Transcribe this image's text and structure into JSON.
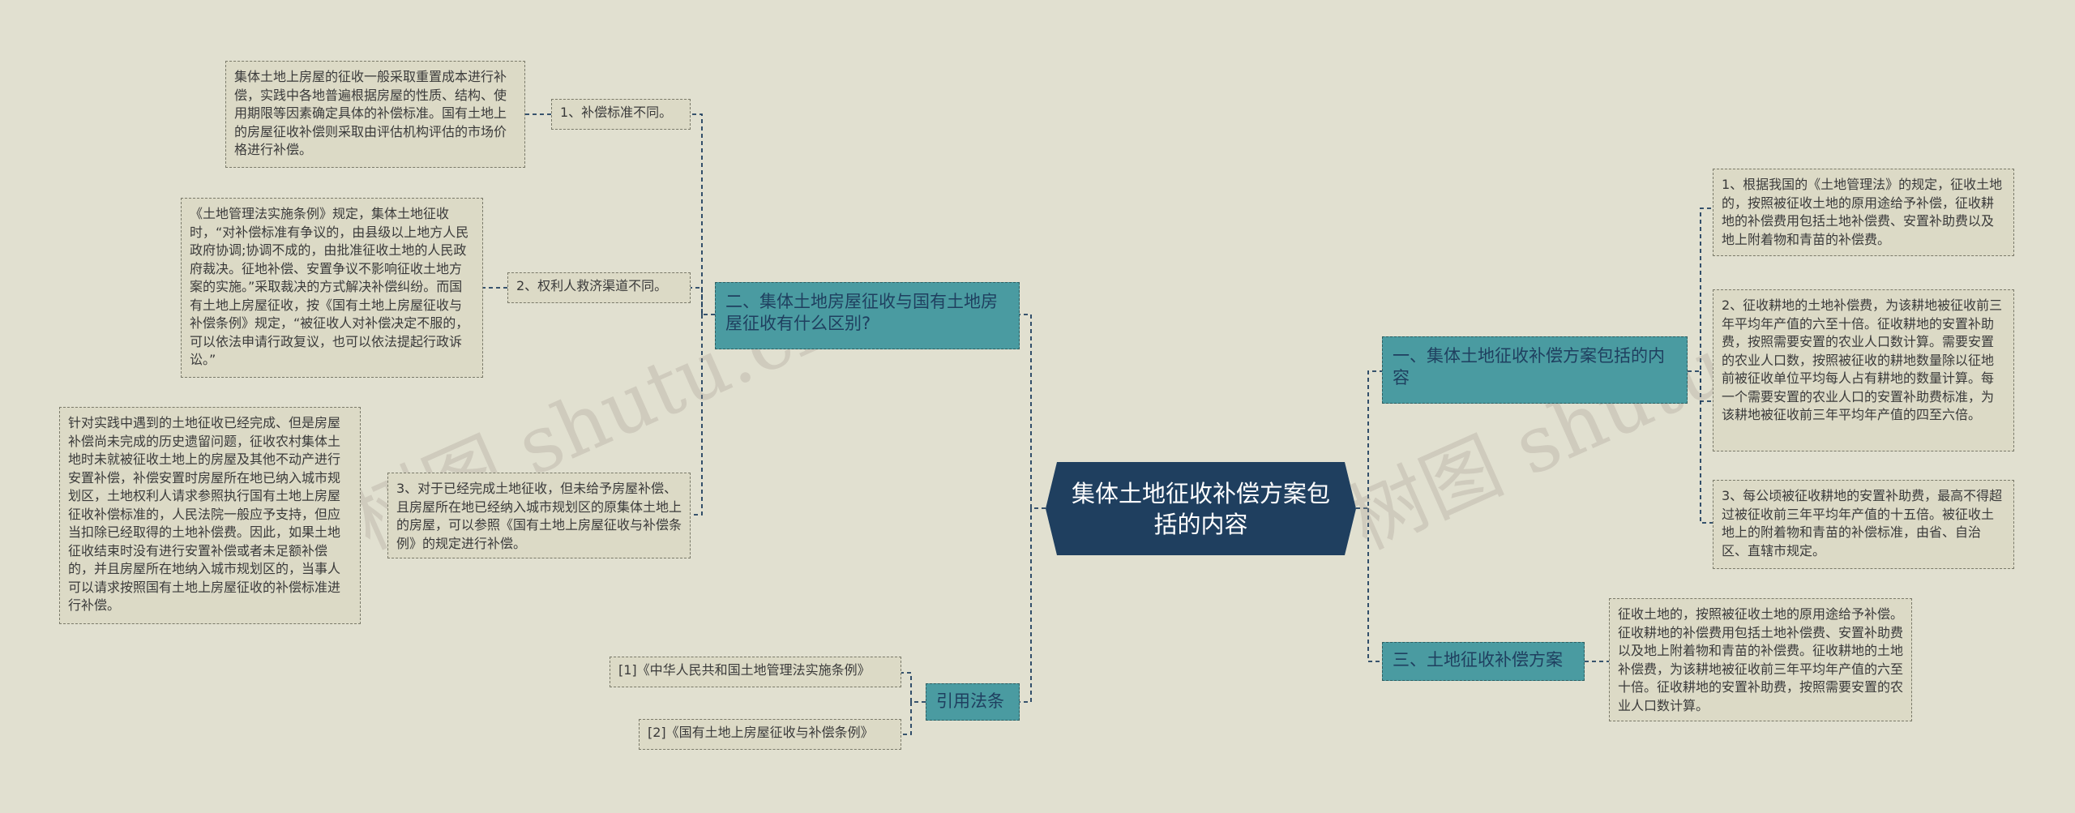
{
  "center": {
    "title": "集体土地征收补偿方案包括的内容"
  },
  "left": {
    "branch2": {
      "label": "二、集体土地房屋征收与国有土地房屋征收有什么区别?",
      "items": [
        {
          "label": "1、补偿标准不同。",
          "detail": "集体土地上房屋的征收一般采取重置成本进行补偿，实践中各地普遍根据房屋的性质、结构、使用期限等因素确定具体的补偿标准。国有土地上的房屋征收补偿则采取由评估机构评估的市场价格进行补偿。"
        },
        {
          "label": "2、权利人救济渠道不同。",
          "detail": "《土地管理法实施条例》规定，集体土地征收时，“对补偿标准有争议的，由县级以上地方人民政府协调;协调不成的，由批准征收土地的人民政府裁决。征地补偿、安置争议不影响征收土地方案的实施。”采取裁决的方式解决补偿纠纷。而国有土地上房屋征收，按《国有土地上房屋征收与补偿条例》规定，“被征收人对补偿决定不服的，可以依法申请行政复议，也可以依法提起行政诉讼。”"
        },
        {
          "label": "3、对于已经完成土地征收，但未给予房屋补偿、且房屋所在地已经纳入城市规划区的原集体土地上的房屋，可以参照《国有土地上房屋征收与补偿条例》的规定进行补偿。",
          "detail": "针对实践中遇到的土地征收已经完成、但是房屋补偿尚未完成的历史遗留问题，征收农村集体土地时未就被征收土地上的房屋及其他不动产进行安置补偿，补偿安置时房屋所在地已纳入城市规划区，土地权利人请求参照执行国有土地上房屋征收补偿标准的，人民法院一般应予支持，但应当扣除已经取得的土地补偿费。因此，如果土地征收结束时没有进行安置补偿或者未足额补偿的，并且房屋所在地纳入城市规划区的，当事人可以请求按照国有土地上房屋征收的补偿标准进行补偿。"
        }
      ]
    },
    "citations": {
      "label": "引用法条",
      "items": [
        "[1]《中华人民共和国土地管理法实施条例》",
        "[2]《国有土地上房屋征收与补偿条例》"
      ]
    }
  },
  "right": {
    "branch1": {
      "label": "一、集体土地征收补偿方案包括的内容",
      "items": [
        "1、根据我国的《土地管理法》的规定，征收土地的，按照被征收土地的原用途给予补偿，征收耕地的补偿费用包括土地补偿费、安置补助费以及地上附着物和青苗的补偿费。",
        "2、征收耕地的土地补偿费，为该耕地被征收前三年平均年产值的六至十倍。征收耕地的安置补助费，按照需要安置的农业人口数计算。需要安置的农业人口数，按照被征收的耕地数量除以征地前被征收单位平均每人占有耕地的数量计算。每一个需要安置的农业人口的安置补助费标准，为该耕地被征收前三年平均年产值的四至六倍。",
        "3、每公顷被征收耕地的安置补助费，最高不得超过被征收前三年平均年产值的十五倍。被征收土地上的附着物和青苗的补偿标准，由省、自治区、直辖市规定。"
      ]
    },
    "branch3": {
      "label": "三、土地征收补偿方案",
      "detail": "征收土地的，按照被征收土地的原用途给予补偿。征收耕地的补偿费用包括土地补偿费、安置补助费以及地上附着物和青苗的补偿费。征收耕地的土地补偿费，为该耕地被征收前三年平均年产值的六至十倍。征收耕地的安置补助费，按照需要安置的农业人口数计算。"
    }
  },
  "watermark": [
    "树图 shutu.cn",
    "树图 shutu.cn"
  ],
  "colors": {
    "background": "#e1e0d0",
    "center": "#1f3f5f",
    "branch": "#4a9ba1",
    "leaf": "#dcdac6",
    "line": "#1f3f5f"
  }
}
